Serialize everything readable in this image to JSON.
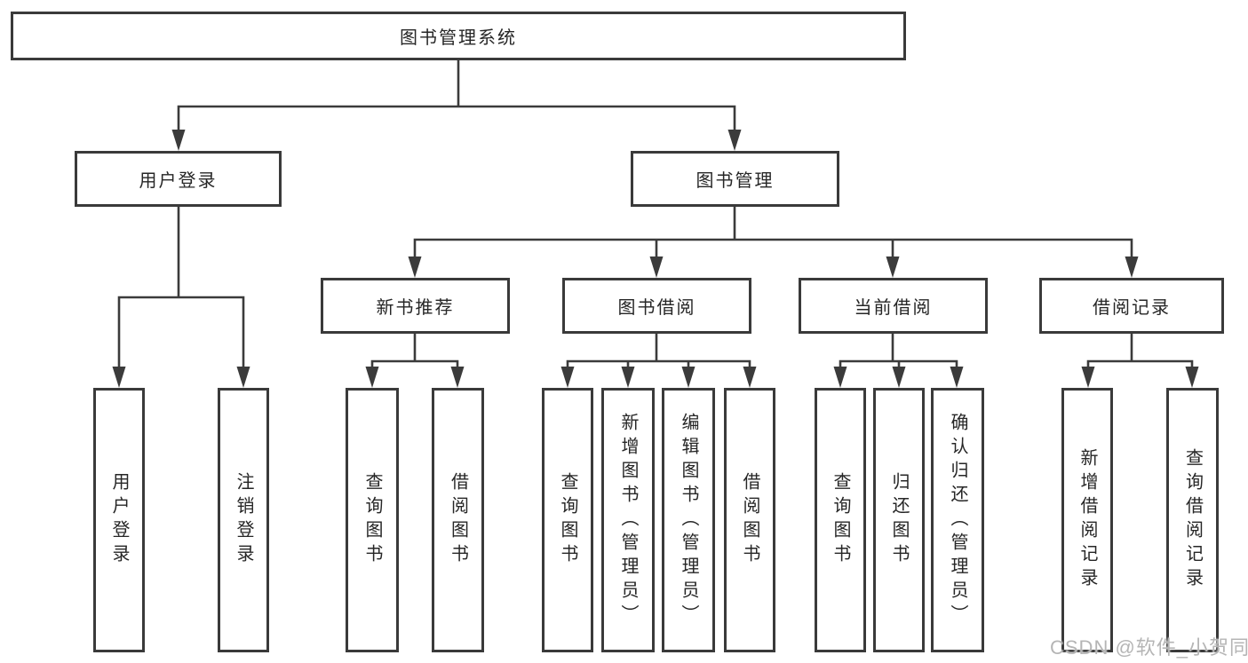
{
  "tree": {
    "root": {
      "label": "图书管理系统"
    },
    "level2": [
      {
        "label": "用户登录"
      },
      {
        "label": "图书管理"
      }
    ],
    "level3": [
      {
        "label": "新书推荐",
        "parent": "图书管理"
      },
      {
        "label": "图书借阅",
        "parent": "图书管理"
      },
      {
        "label": "当前借阅",
        "parent": "图书管理"
      },
      {
        "label": "借阅记录",
        "parent": "图书管理"
      }
    ],
    "leaves": [
      {
        "label": "用户登录",
        "parent": "用户登录"
      },
      {
        "label": "注销登录",
        "parent": "用户登录"
      },
      {
        "label": "查询图书",
        "parent": "新书推荐"
      },
      {
        "label": "借阅图书",
        "parent": "新书推荐"
      },
      {
        "label": "查询图书",
        "parent": "图书借阅"
      },
      {
        "label": "新增图书（管理员）",
        "parent": "图书借阅"
      },
      {
        "label": "编辑图书（管理员）",
        "parent": "图书借阅"
      },
      {
        "label": "借阅图书",
        "parent": "图书借阅"
      },
      {
        "label": "查询图书",
        "parent": "当前借阅"
      },
      {
        "label": "归还图书",
        "parent": "当前借阅"
      },
      {
        "label": "确认归还（管理员）",
        "parent": "当前借阅"
      },
      {
        "label": "新增借阅记录",
        "parent": "借阅记录"
      },
      {
        "label": "查询借阅记录",
        "parent": "借阅记录"
      }
    ]
  },
  "watermark": "CSDN @软件_小贺同学",
  "colors": {
    "line": "#3b3b3b",
    "border": "#3a3a3a",
    "text": "#262626",
    "box_background": "#ffffff",
    "watermark": "#b5b5b5"
  }
}
